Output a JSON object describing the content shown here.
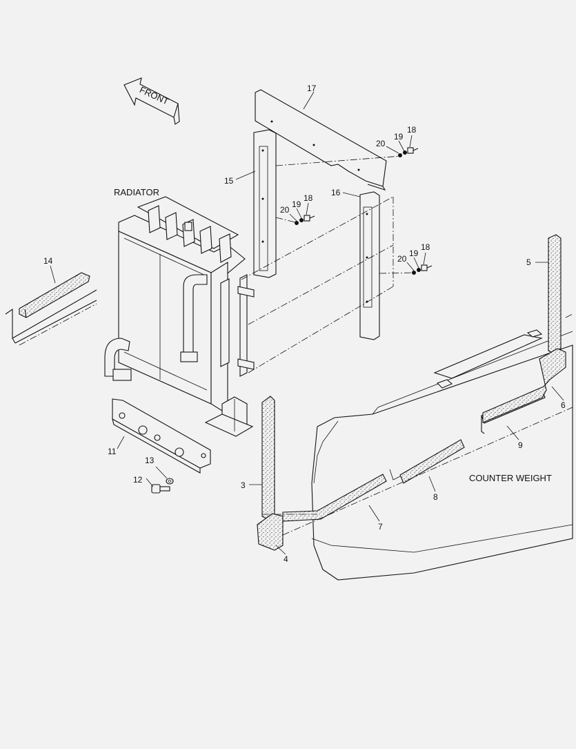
{
  "labels": {
    "front": "FRONT",
    "radiator": "RADIATOR",
    "counter_weight": "COUNTER WEIGHT"
  },
  "callouts": {
    "c3": "3",
    "c4": "4",
    "c5": "5",
    "c6": "6",
    "c7": "7",
    "c8": "8",
    "c9": "9",
    "c11": "11",
    "c12": "12",
    "c13": "13",
    "c14": "14",
    "c15": "15",
    "c16": "16",
    "c17": "17",
    "c18a": "18",
    "c19a": "19",
    "c20a": "20",
    "c18b": "18",
    "c19b": "19",
    "c20b": "20",
    "c18c": "18",
    "c19c": "19",
    "c20c": "20"
  }
}
